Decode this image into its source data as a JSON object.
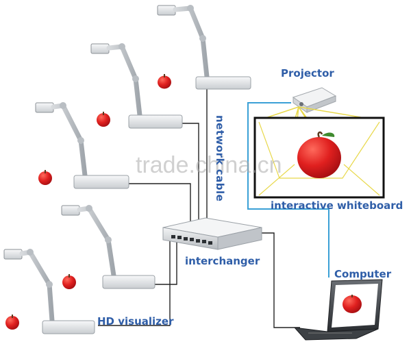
{
  "labels": {
    "projector": "Projector",
    "network_cable": "network cable",
    "interactive_whiteboard": "interactive whiteboard",
    "interchanger": "interchanger",
    "computer": "Computer",
    "hd_visualizer": "HD visualizer"
  },
  "watermark": "trade.china.cn",
  "colors": {
    "label_text": "#2f5ea8",
    "cable": "#222222",
    "projector_link": "#3aa0d6",
    "projection_beam": "#e8d84a",
    "apple": "#d8191f",
    "device_body": "#e4e6e8"
  },
  "icons": [
    "document-camera-icon",
    "apple-icon",
    "projector-icon",
    "whiteboard-icon",
    "network-switch-icon",
    "laptop-icon"
  ]
}
